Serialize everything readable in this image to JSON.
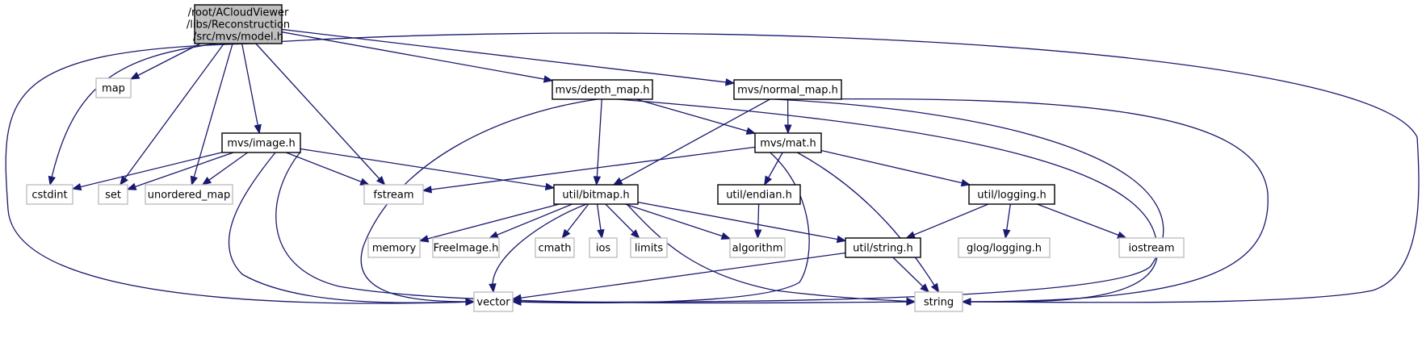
{
  "diagram": {
    "title": "Include dependency graph for model.h",
    "colors": {
      "edge": "#191970",
      "root_fill": "#bfbfbf",
      "documented_border": "#000000",
      "external_border": "#bfbfbf"
    },
    "nodes": [
      {
        "id": "model",
        "kind": "root",
        "lines": [
          "/root/ACloudViewer",
          "/libs/Reconstruction",
          "/src/mvs/model.h"
        ]
      },
      {
        "id": "map",
        "kind": "external",
        "lines": [
          "map"
        ]
      },
      {
        "id": "depth_map",
        "kind": "documented",
        "lines": [
          "mvs/depth_map.h"
        ]
      },
      {
        "id": "normal_map",
        "kind": "documented",
        "lines": [
          "mvs/normal_map.h"
        ]
      },
      {
        "id": "image",
        "kind": "documented",
        "lines": [
          "mvs/image.h"
        ]
      },
      {
        "id": "mat",
        "kind": "documented",
        "lines": [
          "mvs/mat.h"
        ]
      },
      {
        "id": "cstdint",
        "kind": "external",
        "lines": [
          "cstdint"
        ]
      },
      {
        "id": "set",
        "kind": "external",
        "lines": [
          "set"
        ]
      },
      {
        "id": "unordered_map",
        "kind": "external",
        "lines": [
          "unordered_map"
        ]
      },
      {
        "id": "fstream",
        "kind": "external",
        "lines": [
          "fstream"
        ]
      },
      {
        "id": "bitmap",
        "kind": "documented",
        "lines": [
          "util/bitmap.h"
        ]
      },
      {
        "id": "endian",
        "kind": "documented",
        "lines": [
          "util/endian.h"
        ]
      },
      {
        "id": "logging",
        "kind": "documented",
        "lines": [
          "util/logging.h"
        ]
      },
      {
        "id": "memory",
        "kind": "external",
        "lines": [
          "memory"
        ]
      },
      {
        "id": "freeimage",
        "kind": "external",
        "lines": [
          "FreeImage.h"
        ]
      },
      {
        "id": "cmath",
        "kind": "external",
        "lines": [
          "cmath"
        ]
      },
      {
        "id": "ios",
        "kind": "external",
        "lines": [
          "ios"
        ]
      },
      {
        "id": "limits",
        "kind": "external",
        "lines": [
          "limits"
        ]
      },
      {
        "id": "algorithm",
        "kind": "external",
        "lines": [
          "algorithm"
        ]
      },
      {
        "id": "string_h",
        "kind": "documented",
        "lines": [
          "util/string.h"
        ]
      },
      {
        "id": "glog",
        "kind": "external",
        "lines": [
          "glog/logging.h"
        ]
      },
      {
        "id": "iostream",
        "kind": "external",
        "lines": [
          "iostream"
        ]
      },
      {
        "id": "vector",
        "kind": "external",
        "lines": [
          "vector"
        ]
      },
      {
        "id": "string",
        "kind": "external",
        "lines": [
          "string"
        ]
      }
    ],
    "edges": [
      [
        "model",
        "map"
      ],
      [
        "model",
        "depth_map"
      ],
      [
        "model",
        "normal_map"
      ],
      [
        "model",
        "image"
      ],
      [
        "model",
        "cstdint"
      ],
      [
        "model",
        "set"
      ],
      [
        "model",
        "unordered_map"
      ],
      [
        "model",
        "fstream"
      ],
      [
        "model",
        "vector"
      ],
      [
        "model",
        "string"
      ],
      [
        "depth_map",
        "bitmap"
      ],
      [
        "depth_map",
        "mat"
      ],
      [
        "depth_map",
        "vector"
      ],
      [
        "depth_map",
        "string"
      ],
      [
        "normal_map",
        "mat"
      ],
      [
        "normal_map",
        "bitmap"
      ],
      [
        "normal_map",
        "vector"
      ],
      [
        "normal_map",
        "string"
      ],
      [
        "image",
        "cstdint"
      ],
      [
        "image",
        "set"
      ],
      [
        "image",
        "unordered_map"
      ],
      [
        "image",
        "fstream"
      ],
      [
        "image",
        "bitmap"
      ],
      [
        "image",
        "vector"
      ],
      [
        "image",
        "string"
      ],
      [
        "mat",
        "fstream"
      ],
      [
        "mat",
        "endian"
      ],
      [
        "mat",
        "logging"
      ],
      [
        "mat",
        "vector"
      ],
      [
        "mat",
        "string"
      ],
      [
        "bitmap",
        "memory"
      ],
      [
        "bitmap",
        "freeimage"
      ],
      [
        "bitmap",
        "cmath"
      ],
      [
        "bitmap",
        "ios"
      ],
      [
        "bitmap",
        "limits"
      ],
      [
        "bitmap",
        "algorithm"
      ],
      [
        "bitmap",
        "string_h"
      ],
      [
        "bitmap",
        "vector"
      ],
      [
        "bitmap",
        "string"
      ],
      [
        "endian",
        "algorithm"
      ],
      [
        "logging",
        "string_h"
      ],
      [
        "logging",
        "glog"
      ],
      [
        "logging",
        "iostream"
      ],
      [
        "string_h",
        "vector"
      ],
      [
        "string_h",
        "string"
      ]
    ]
  }
}
